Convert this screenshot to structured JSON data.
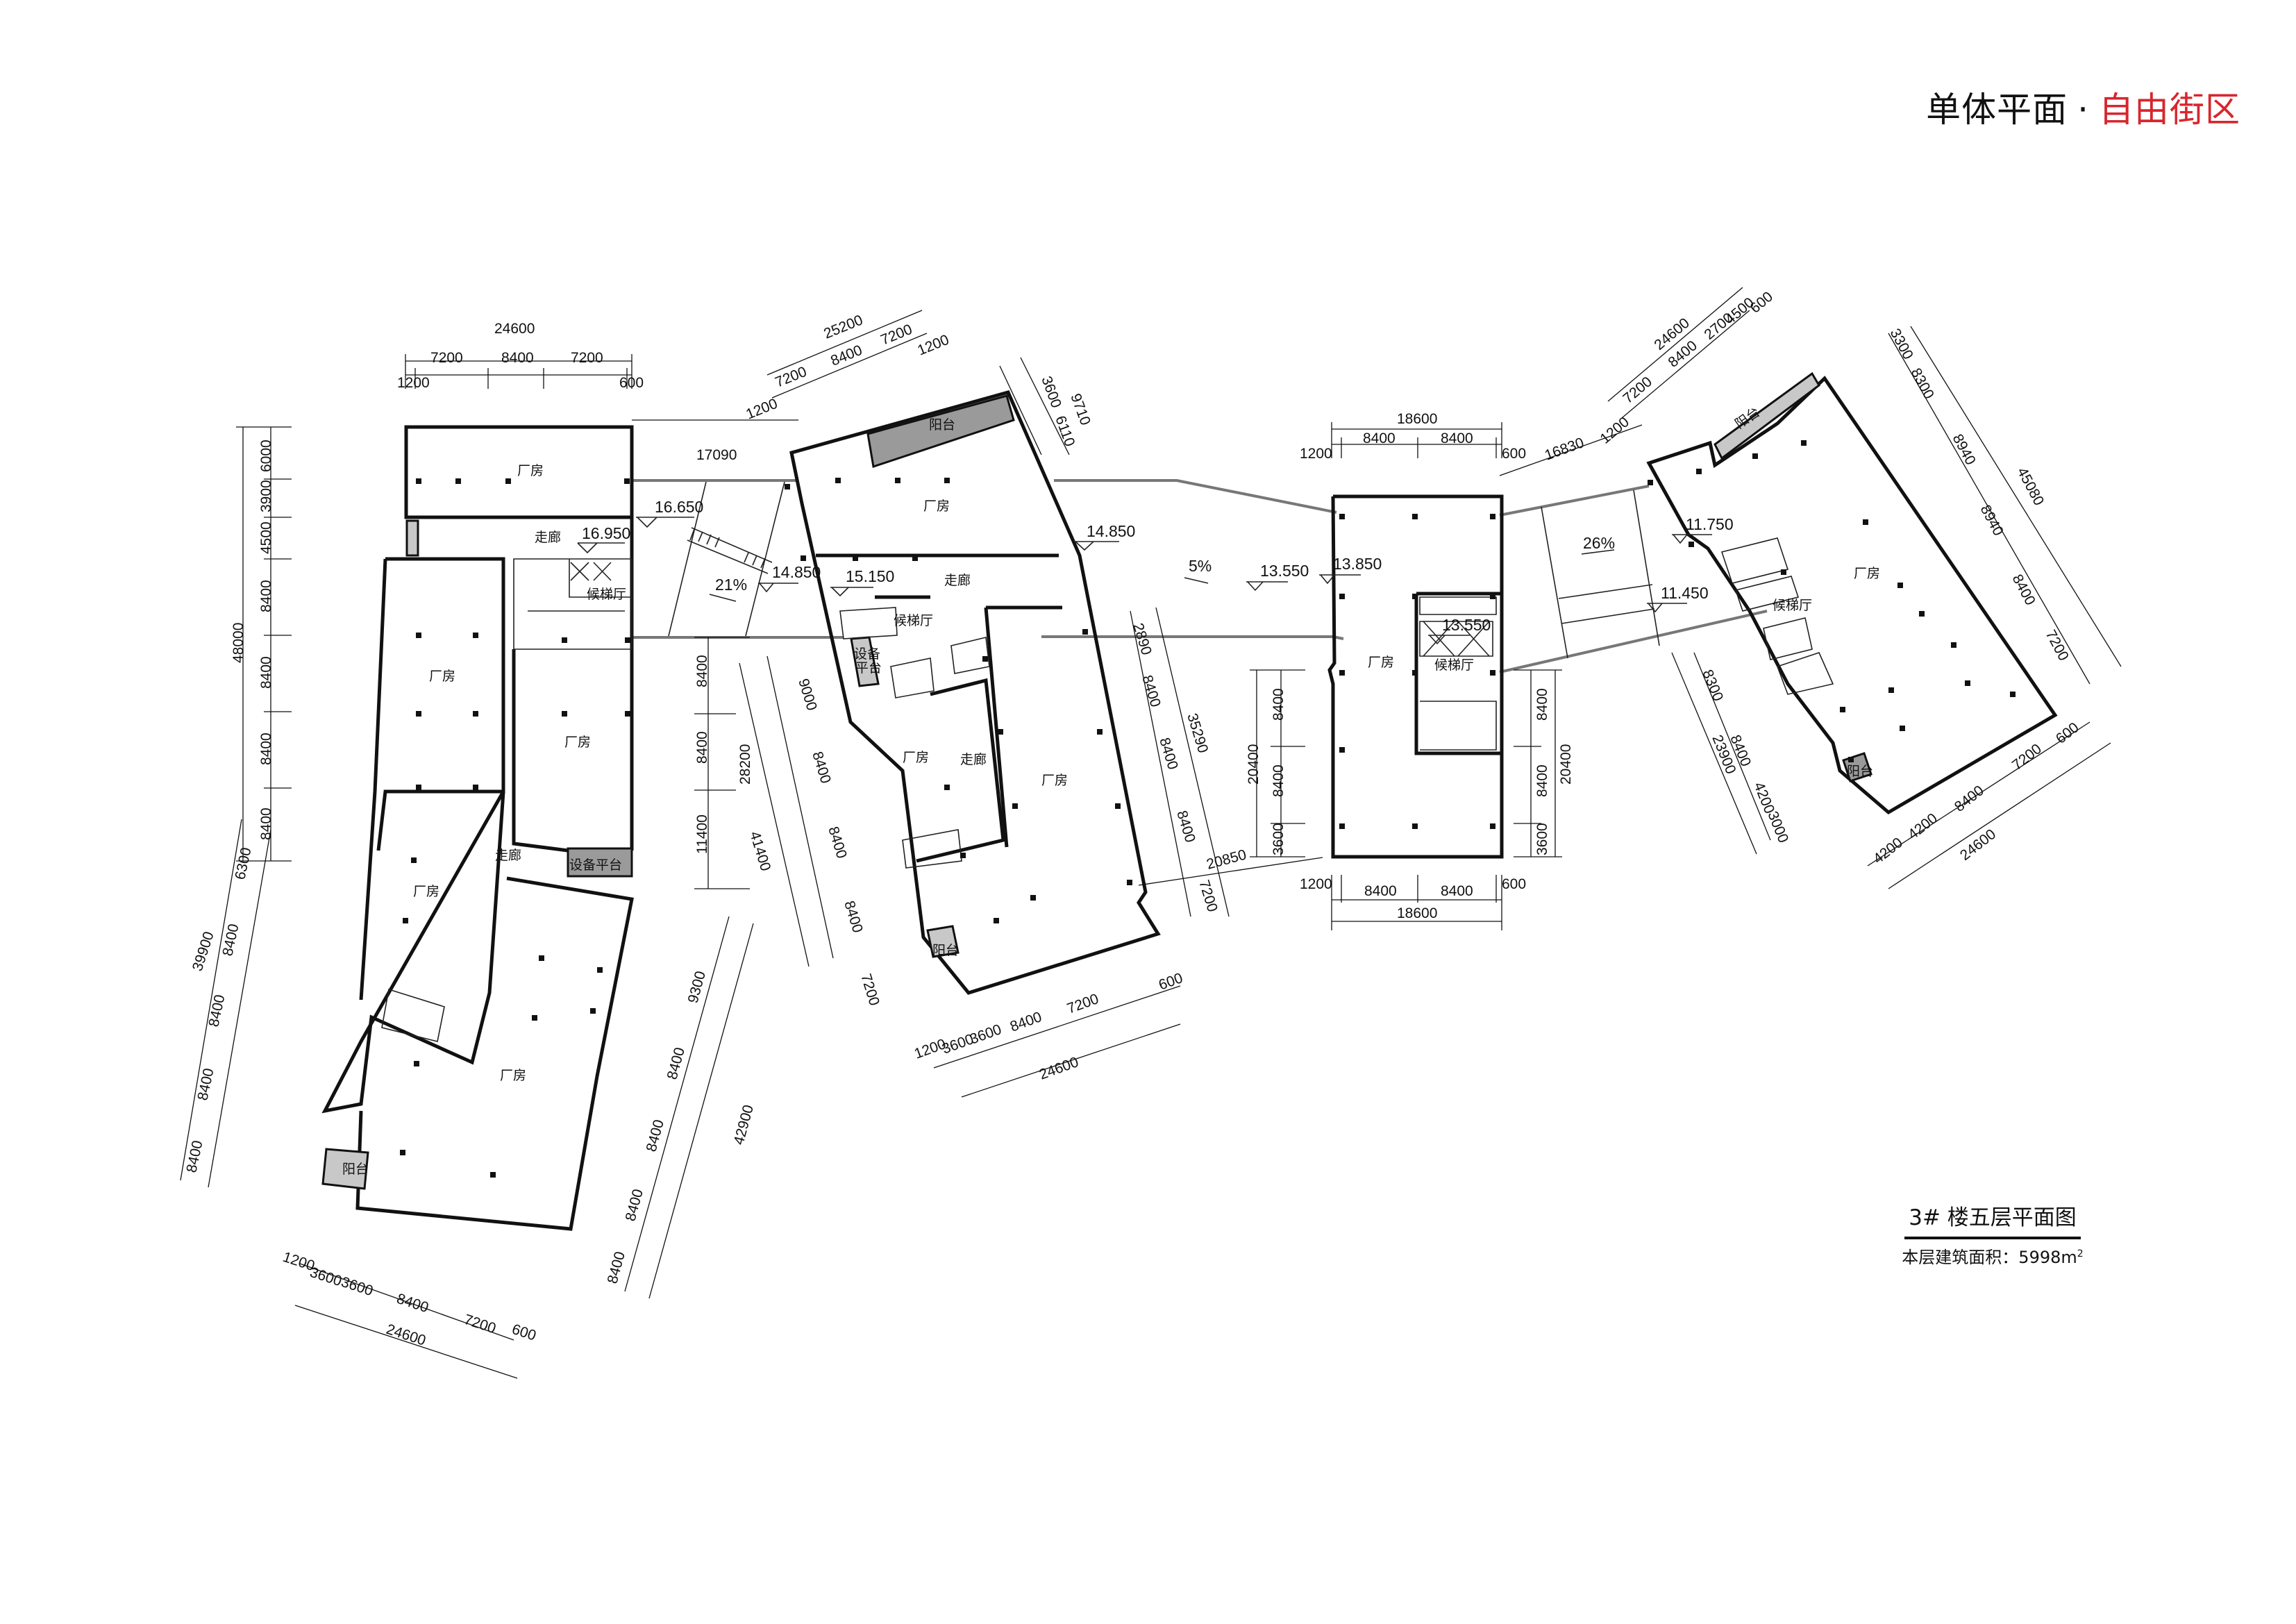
{
  "header": {
    "title_main": "单体平面",
    "separator": "·",
    "title_accent": "自由街区",
    "accent_color": "#d7262e"
  },
  "caption": {
    "plan_title": "3# 楼五层平面图",
    "area_label": "本层建筑面积：5998m",
    "area_unit_sup": "2",
    "area_value": 5998
  },
  "rooms": {
    "factory": "厂房",
    "corridor": "走廊",
    "elevator_lobby": "候梯厅",
    "balcony": "阳台",
    "equipment_platform": "设备平台",
    "equipment_platform_l1": "设备",
    "equipment_platform_l2": "平台"
  },
  "levels": {
    "b1_corridor": "16.950",
    "bridge1_top": "16.650",
    "bridge1_bottom": "14.850",
    "b2_corridor": "15.150",
    "b2_right": "14.850",
    "b3_left": "13.550",
    "b3_interior": "13.850",
    "b3_right": "13.550",
    "b4_upper": "11.750",
    "b4_lower": "11.450"
  },
  "slopes": {
    "bridge1": "21%",
    "bridge2": "5%",
    "bridge3": "26%"
  },
  "dimensions": {
    "building1": {
      "top_total": "24600",
      "top_segments": [
        "1200",
        "7200",
        "8400",
        "7200",
        "600"
      ],
      "left_total": "48000",
      "left_segments": [
        "6000",
        "3900",
        "4500",
        "8400",
        "8400",
        "8400",
        "8400"
      ],
      "left_lower_total": "39900",
      "left_lower_segments": [
        "6300",
        "8400",
        "8400",
        "8400",
        "8400"
      ],
      "right_total": "28200",
      "right_segments": [
        "8400",
        "8400",
        "11400"
      ],
      "right_lower_total": "42900",
      "right_lower_segments": [
        "9300",
        "8400",
        "8400",
        "8400",
        "8400"
      ],
      "bottom_total": "24600",
      "bottom_segments": [
        "1200",
        "3600",
        "3600",
        "8400",
        "7200",
        "600"
      ],
      "gap_to_building2": "17090"
    },
    "building2": {
      "top_total": "25200",
      "top_segments": [
        "1200",
        "7200",
        "8400",
        "7200",
        "1200"
      ],
      "top_right_total": "9710",
      "top_right_segments": [
        "3600",
        "6110"
      ],
      "left_total": "41400",
      "left_segments": [
        "9000",
        "8400",
        "8400",
        "8400",
        "7200"
      ],
      "right_total": "35290",
      "right_segments": [
        "2890",
        "8400",
        "8400",
        "8400",
        "7200"
      ],
      "bottom_total": "24600",
      "bottom_segments": [
        "1200",
        "3600",
        "3600",
        "8400",
        "7200",
        "600"
      ],
      "gap_to_building3": "20850"
    },
    "building3": {
      "top_total": "18600",
      "top_segments": [
        "1200",
        "8400",
        "8400",
        "600"
      ],
      "left_total": "20400",
      "left_segments": [
        "8400",
        "8400",
        "3600"
      ],
      "right_total": "20400",
      "right_segments": [
        "8400",
        "8400",
        "3600"
      ],
      "bottom_total": "18600",
      "bottom_segments": [
        "1200",
        "8400",
        "8400",
        "600"
      ],
      "gap_to_building4": "16830"
    },
    "building4": {
      "top_total": "24600",
      "top_segments": [
        "1200",
        "7200",
        "8400",
        "2700",
        "4500",
        "600"
      ],
      "right_total": "45080",
      "right_segments": [
        "3300",
        "8300",
        "8940",
        "8940",
        "8400",
        "7200"
      ],
      "left_total": "23900",
      "left_segments": [
        "8300",
        "8400",
        "4200",
        "3000"
      ],
      "bottom_total": "24600",
      "bottom_segments": [
        "4200",
        "4200",
        "8400",
        "7200",
        "600"
      ]
    }
  }
}
